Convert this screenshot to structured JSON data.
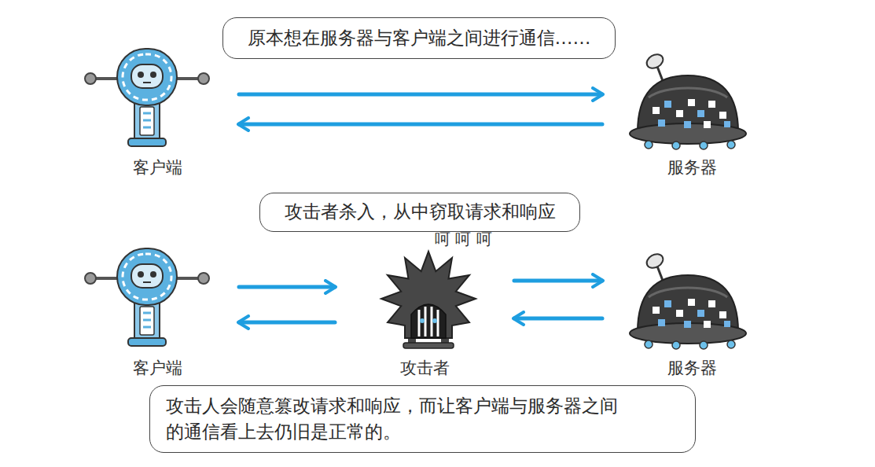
{
  "diagram": {
    "nodes": [
      {
        "text": [
          "原本想在服务器与客户端之间进行通信……"
        ]
      },
      {
        "text": [
          "客户端"
        ]
      },
      {
        "text": [
          "服务器"
        ]
      },
      {
        "text": [
          "攻击者杀入，从中窃取请求和响应"
        ]
      },
      {
        "text": [
          "客户端"
        ]
      },
      {
        "text": [
          "攻击者"
        ]
      },
      {
        "text": [
          "服务器"
        ]
      },
      {
        "text": [
          "攻击人会随意篡改请求和响应，而让客户端与服务器之间的通信看上去仍旧是正常的。"
        ]
      }
    ],
    "edges": [
      {
        "from": 1,
        "to": 2,
        "arrow": "to"
      },
      {
        "from": 2,
        "to": 1,
        "arrow": "to"
      },
      {
        "from": 4,
        "to": 5,
        "arrow": "to"
      },
      {
        "from": 5,
        "to": 4,
        "arrow": "to"
      },
      {
        "from": 5,
        "to": 6,
        "arrow": "to"
      },
      {
        "from": 6,
        "to": 5,
        "arrow": "to"
      }
    ],
    "labels": [
      "呵 呵 呵"
    ]
  }
}
